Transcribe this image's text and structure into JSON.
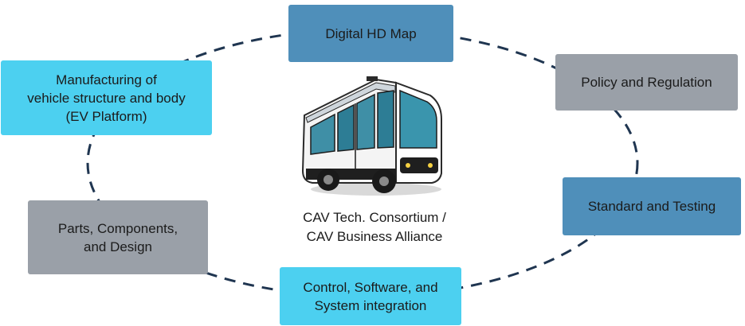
{
  "colors": {
    "dashed_ring": "#1f3550",
    "cyan": "#4cd0f0",
    "steel_blue": "#4f8fba",
    "gray": "#9aa0a8"
  },
  "nodes": {
    "digital_map": {
      "lines": [
        "Digital HD Map"
      ]
    },
    "policy": {
      "lines": [
        "Policy and Regulation"
      ]
    },
    "standard": {
      "lines": [
        "Standard and Testing"
      ]
    },
    "control": {
      "lines": [
        "Control, Software, and",
        "System integration"
      ]
    },
    "parts": {
      "lines": [
        "Parts, Components,",
        "and Design"
      ]
    },
    "manufacturing": {
      "lines": [
        "Manufacturing of",
        "vehicle structure and body",
        "(EV Platform)"
      ]
    }
  },
  "center": {
    "lines": [
      "CAV Tech. Consortium /",
      "CAV Business Alliance"
    ],
    "image": "autonomous-shuttle-bus"
  }
}
